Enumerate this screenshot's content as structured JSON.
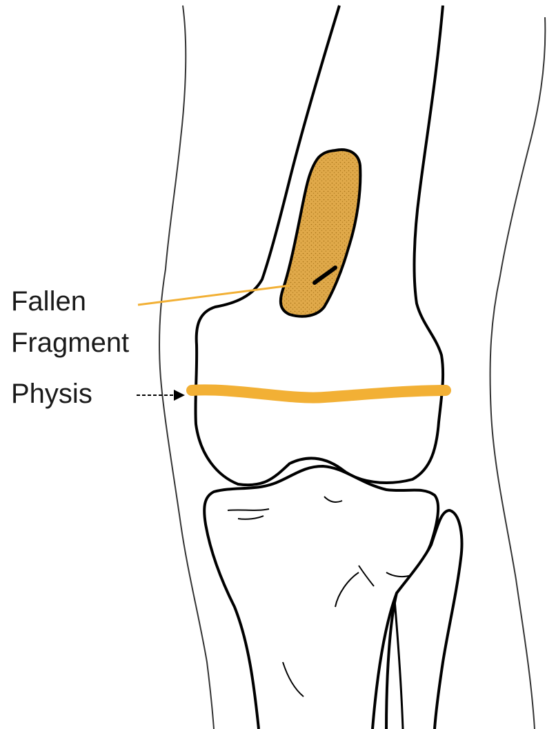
{
  "labels": {
    "fallen_fragment_line1": "Fallen",
    "fallen_fragment_line2": "Fragment",
    "physis": "Physis"
  },
  "colors": {
    "outline": "#000000",
    "skin": "#222222",
    "fragment_fill": "#e0a94a",
    "physis": "#f2b035",
    "leader_line": "#f2b035",
    "background": "#ffffff"
  }
}
